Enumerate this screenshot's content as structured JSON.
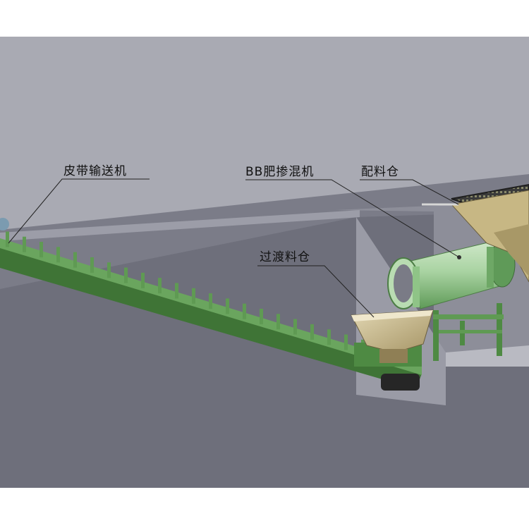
{
  "labels": {
    "conveyor": "皮带输送机",
    "mixer": "BB肥掺混机",
    "batching_bin": "配料仓",
    "transition_bin": "过渡料仓"
  },
  "colors": {
    "background_top": "#ffffff",
    "wall": "#a9aab3",
    "floor": "#6e6f7b",
    "machine_green": "#4e8a43",
    "drum_green": "#a9d3a2",
    "hopper_tan": "#c9b98e",
    "grate_dark": "#2e2e2e",
    "leader_line": "#222222"
  }
}
